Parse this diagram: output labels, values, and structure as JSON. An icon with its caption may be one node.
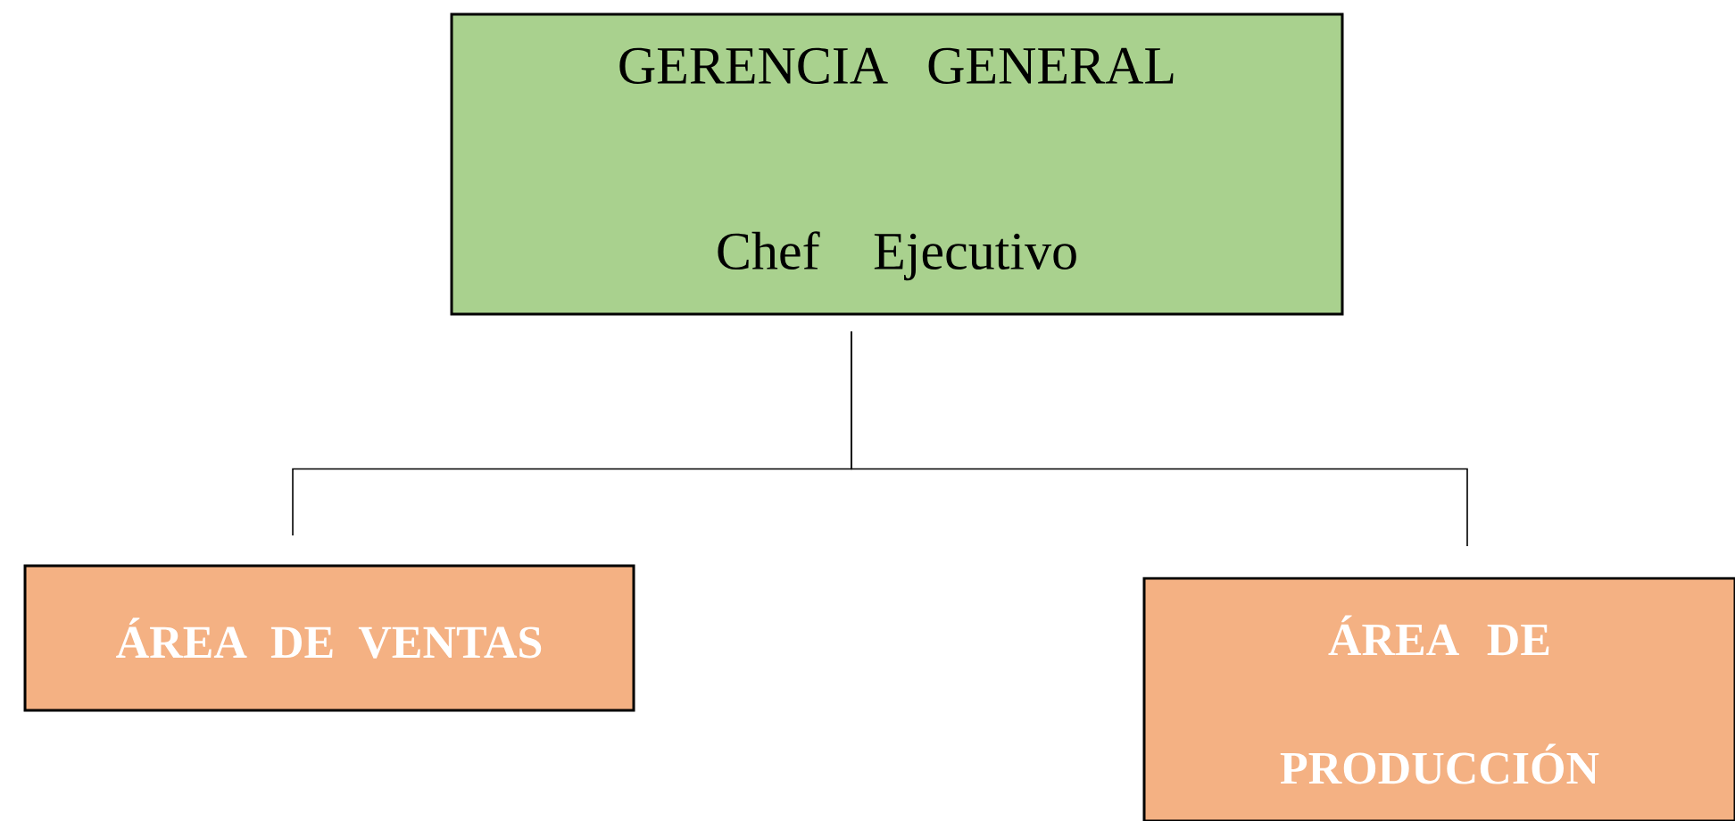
{
  "diagram": {
    "nodes": [
      {
        "text": [
          "GERENCIA GENERAL",
          "Chef Ejecutivo"
        ]
      },
      {
        "text": [
          "ÁREA DE VENTAS"
        ]
      },
      {
        "text": [
          "ÁREA DE PRODUCCIÓN"
        ]
      }
    ],
    "edges": [
      {
        "from": 0,
        "to": 1,
        "arrow": "none"
      },
      {
        "from": 0,
        "to": 2,
        "arrow": "none"
      }
    ]
  }
}
